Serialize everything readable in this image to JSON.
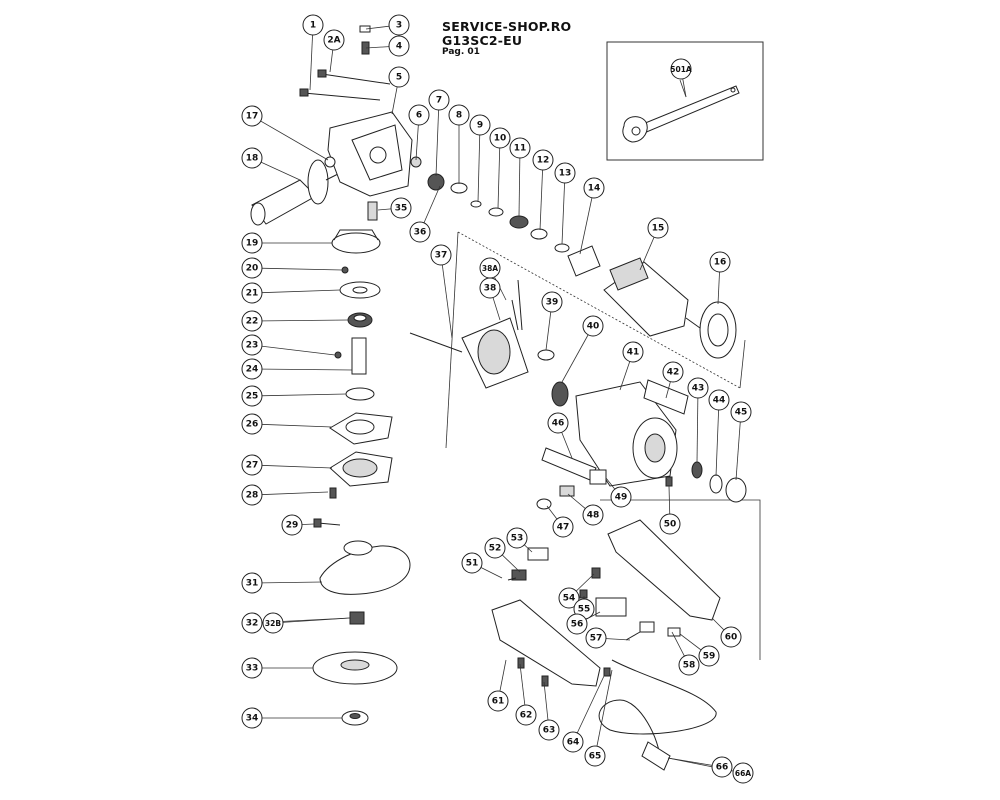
{
  "header": {
    "site": "SERVICE-SHOP.RO",
    "model": "G13SC2-EU",
    "page": "Pag. 01"
  },
  "parts": [
    {
      "label": "1"
    },
    {
      "label": "2A"
    },
    {
      "label": "3"
    },
    {
      "label": "4"
    },
    {
      "label": "5"
    },
    {
      "label": "6"
    },
    {
      "label": "7"
    },
    {
      "label": "8"
    },
    {
      "label": "9"
    },
    {
      "label": "10"
    },
    {
      "label": "11"
    },
    {
      "label": "12"
    },
    {
      "label": "13"
    },
    {
      "label": "14"
    },
    {
      "label": "15"
    },
    {
      "label": "16"
    },
    {
      "label": "17"
    },
    {
      "label": "18"
    },
    {
      "label": "19"
    },
    {
      "label": "20"
    },
    {
      "label": "21"
    },
    {
      "label": "22"
    },
    {
      "label": "23"
    },
    {
      "label": "24"
    },
    {
      "label": "25"
    },
    {
      "label": "26"
    },
    {
      "label": "27"
    },
    {
      "label": "28"
    },
    {
      "label": "29"
    },
    {
      "label": "31"
    },
    {
      "label": "32"
    },
    {
      "label": "32B"
    },
    {
      "label": "33"
    },
    {
      "label": "34"
    },
    {
      "label": "35"
    },
    {
      "label": "36"
    },
    {
      "label": "37"
    },
    {
      "label": "38A"
    },
    {
      "label": "38"
    },
    {
      "label": "39"
    },
    {
      "label": "40"
    },
    {
      "label": "41"
    },
    {
      "label": "42"
    },
    {
      "label": "43"
    },
    {
      "label": "44"
    },
    {
      "label": "45"
    },
    {
      "label": "46"
    },
    {
      "label": "47"
    },
    {
      "label": "48"
    },
    {
      "label": "49"
    },
    {
      "label": "50"
    },
    {
      "label": "51"
    },
    {
      "label": "52"
    },
    {
      "label": "53"
    },
    {
      "label": "54"
    },
    {
      "label": "55"
    },
    {
      "label": "56"
    },
    {
      "label": "57"
    },
    {
      "label": "58"
    },
    {
      "label": "59"
    },
    {
      "label": "60"
    },
    {
      "label": "61"
    },
    {
      "label": "62"
    },
    {
      "label": "63"
    },
    {
      "label": "64"
    },
    {
      "label": "65"
    },
    {
      "label": "66"
    },
    {
      "label": "66A"
    },
    {
      "label": "501A"
    }
  ]
}
